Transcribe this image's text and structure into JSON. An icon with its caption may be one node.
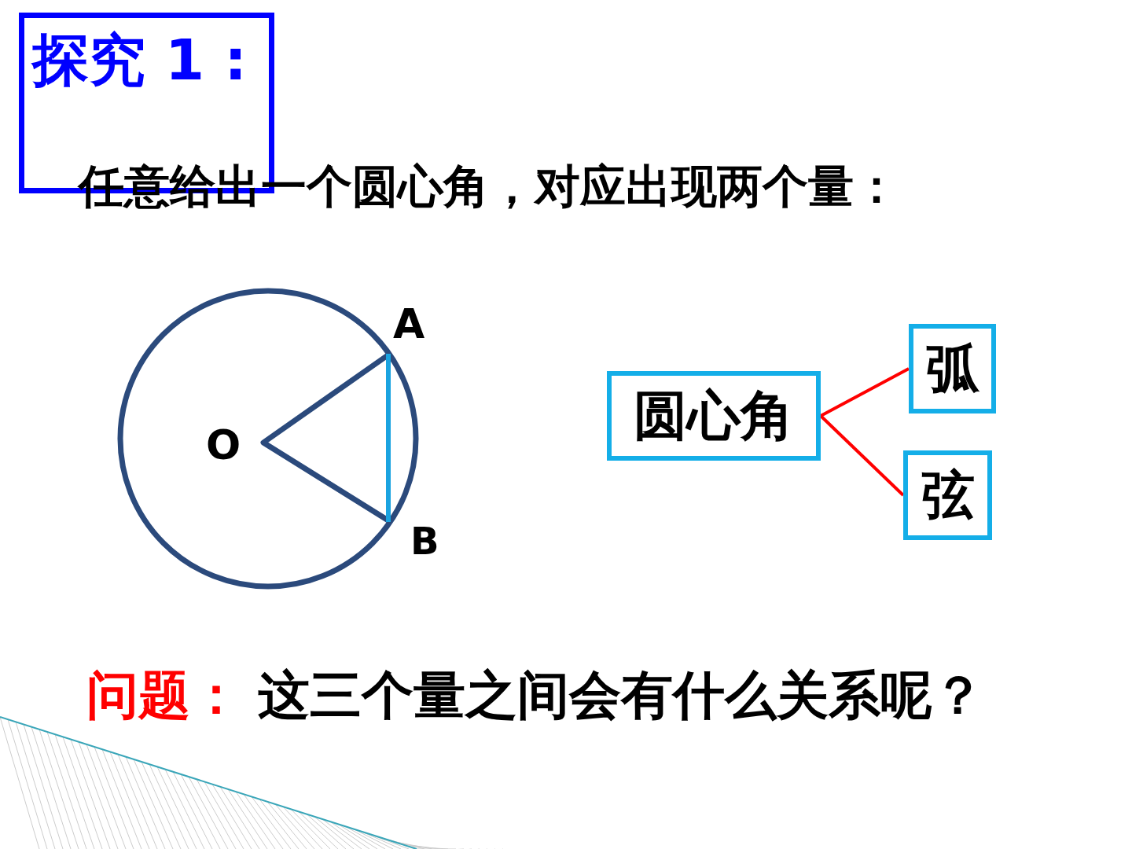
{
  "diagram": {
    "nodes": [
      {
        "text": [
          "探究 1 :"
        ]
      },
      {
        "text": [
          "圆心角"
        ]
      },
      {
        "text": [
          "弧"
        ]
      },
      {
        "text": [
          "弦"
        ]
      }
    ],
    "edges": [
      {
        "from": 1,
        "to": 2,
        "arrow": "none",
        "color": "#ff0000"
      },
      {
        "from": 1,
        "to": 3,
        "arrow": "none",
        "color": "#ff0000"
      }
    ],
    "labels": [
      "任意给出一个圆心角，对应出现两个量：",
      "A",
      "O",
      "B",
      "问题：",
      "这三个量之间会有什么关系呢？"
    ]
  }
}
